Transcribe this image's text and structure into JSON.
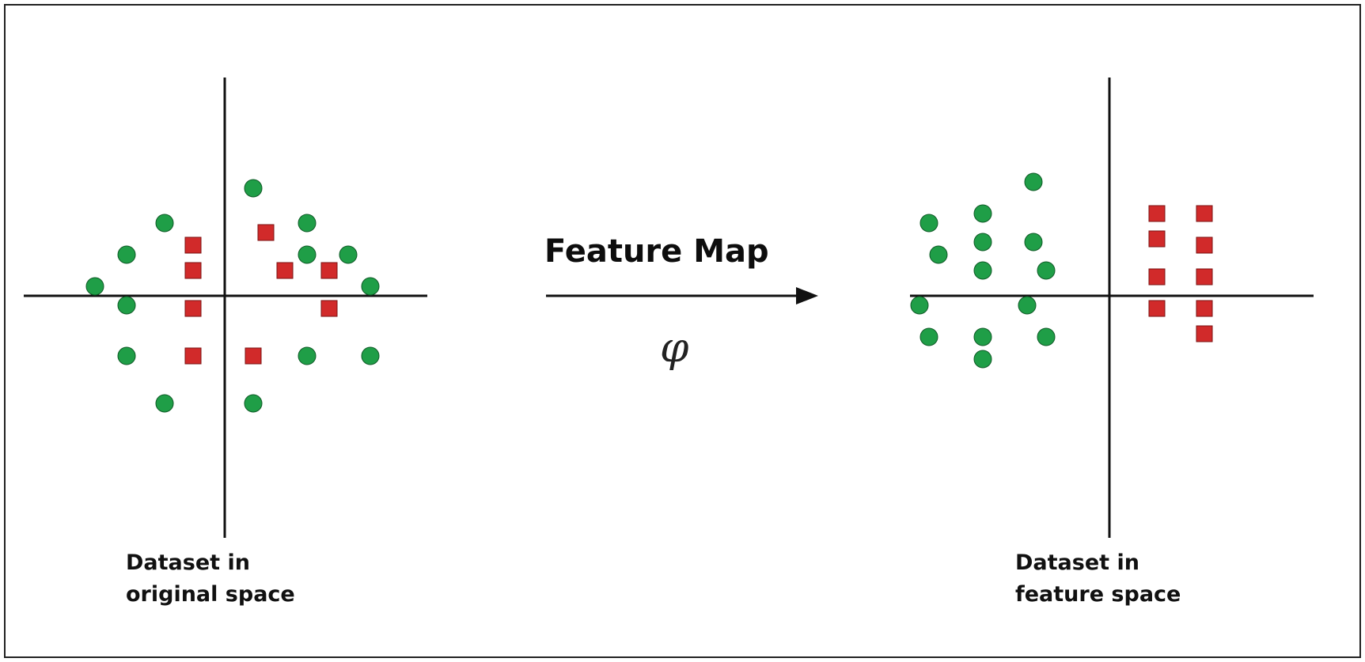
{
  "left_panel": {
    "caption_line1": "Dataset in",
    "caption_line2": "original space",
    "circles": [
      [
        0.9,
        3.4
      ],
      [
        -1.9,
        2.3
      ],
      [
        2.6,
        2.3
      ],
      [
        -3.1,
        1.3
      ],
      [
        2.6,
        1.3
      ],
      [
        3.9,
        1.3
      ],
      [
        -4.1,
        0.3
      ],
      [
        4.6,
        0.3
      ],
      [
        -3.1,
        -0.3
      ],
      [
        -3.1,
        -1.9
      ],
      [
        2.6,
        -1.9
      ],
      [
        4.6,
        -1.9
      ],
      [
        -1.9,
        -3.4
      ],
      [
        0.9,
        -3.4
      ]
    ],
    "squares": [
      [
        1.3,
        2.0
      ],
      [
        -1.0,
        1.6
      ],
      [
        -1.0,
        0.8
      ],
      [
        1.9,
        0.8
      ],
      [
        3.3,
        0.8
      ],
      [
        -1.0,
        -0.4
      ],
      [
        3.3,
        -0.4
      ],
      [
        -1.0,
        -1.9
      ],
      [
        0.9,
        -1.9
      ]
    ]
  },
  "arrow": {
    "label": "Feature Map",
    "symbol": "φ"
  },
  "right_panel": {
    "caption_line1": "Dataset in",
    "caption_line2": "feature space",
    "circles": [
      [
        -2.4,
        3.6
      ],
      [
        -4.0,
        2.6
      ],
      [
        -5.7,
        2.3
      ],
      [
        -4.0,
        1.7
      ],
      [
        -2.4,
        1.7
      ],
      [
        -5.4,
        1.3
      ],
      [
        -4.0,
        0.8
      ],
      [
        -2.0,
        0.8
      ],
      [
        -6.0,
        -0.3
      ],
      [
        -2.6,
        -0.3
      ],
      [
        -5.7,
        -1.3
      ],
      [
        -4.0,
        -1.3
      ],
      [
        -2.0,
        -1.3
      ],
      [
        -4.0,
        -2.0
      ]
    ],
    "squares": [
      [
        1.5,
        2.6
      ],
      [
        3.0,
        2.6
      ],
      [
        1.5,
        1.8
      ],
      [
        3.0,
        1.6
      ],
      [
        1.5,
        0.6
      ],
      [
        3.0,
        0.6
      ],
      [
        1.5,
        -0.4
      ],
      [
        3.0,
        -0.4
      ],
      [
        3.0,
        -1.2
      ]
    ]
  },
  "colors": {
    "circle": "#1f9e47",
    "square": "#d12a2a",
    "axis": "#111111",
    "border": "#222222"
  }
}
